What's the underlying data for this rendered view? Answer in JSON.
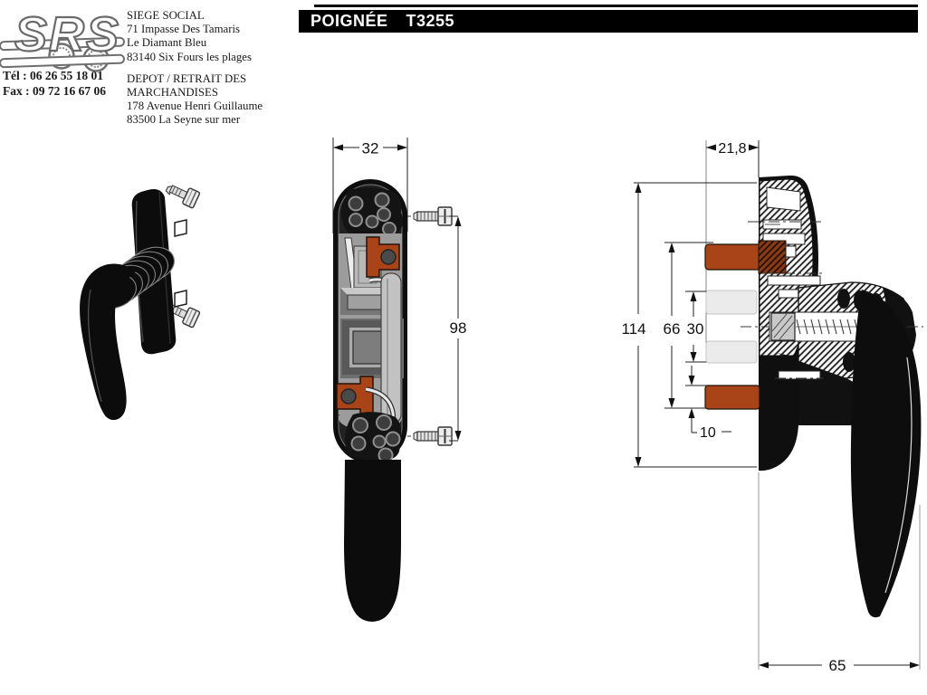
{
  "header": {
    "logo": {
      "text": "SRS"
    },
    "contact": {
      "phone": "Tél : 06 26 55 18 01",
      "fax": "Fax : 09 72 16 67 06"
    },
    "siege": {
      "title": "SIEGE SOCIAL",
      "lines": [
        "71 Impasse Des Tamaris",
        "Le Diamant Bleu",
        "83140 Six Fours les plages"
      ]
    },
    "depot": {
      "title_lines": [
        "DEPOT / RETRAIT DES",
        "MARCHANDISES"
      ],
      "lines": [
        "178 Avenue Henri Guillaume",
        "83500 La Seyne sur mer"
      ]
    },
    "title_bar": {
      "product": "POIGNÉE",
      "reference": "T3255"
    }
  },
  "drawing": {
    "views": {
      "front": {
        "dims": {
          "width": "32",
          "screw_spacing": "98"
        }
      },
      "side": {
        "dims": {
          "depth": "21,8",
          "total_height": "114",
          "tenon_span": "66",
          "center_span": "30",
          "tenon_height": "10",
          "handle_reach": "65"
        }
      }
    },
    "colors": {
      "tenon_orange": "#a84418",
      "handle_black": "#0e0e0e",
      "mechanism_gray": "#9c9c9c",
      "tenon_light": "#ebebeb",
      "title_bar_bg": "#000000"
    }
  }
}
